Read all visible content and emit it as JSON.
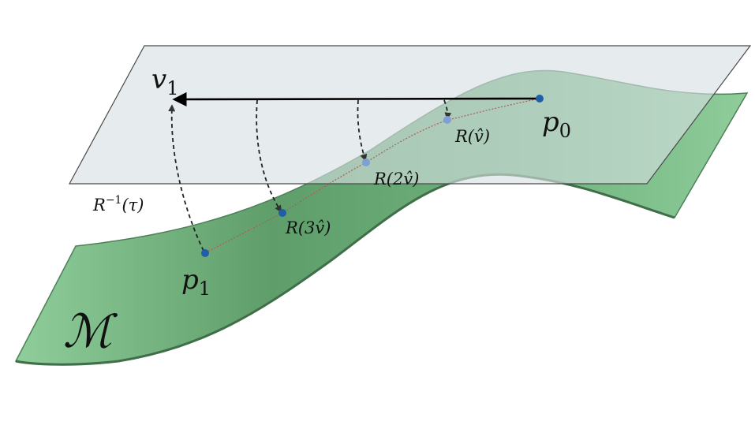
{
  "colors": {
    "manifold_fill": "#7cc08a",
    "manifold_dark": "#4e8f5b",
    "plane_fill": "#d6dfe2",
    "plane_stroke": "#555555",
    "point_dark": "#1f5fa8",
    "point_light": "#7f9fd6",
    "arrow": "#000000",
    "dashed": "#222222",
    "curve": "#b05a5a"
  },
  "labels": {
    "v1": {
      "base": "v",
      "sub": "1"
    },
    "p0": {
      "base": "p",
      "sub": "0"
    },
    "p1": {
      "base": "p",
      "sub": "1"
    },
    "manifold": "ℳ",
    "r_v": "R(v̂)",
    "r_2v": "R(2v̂)",
    "r_3v": "R(3v̂)",
    "r_inv": {
      "base": "R",
      "sup": "−1",
      "rest": "(τ)"
    }
  }
}
